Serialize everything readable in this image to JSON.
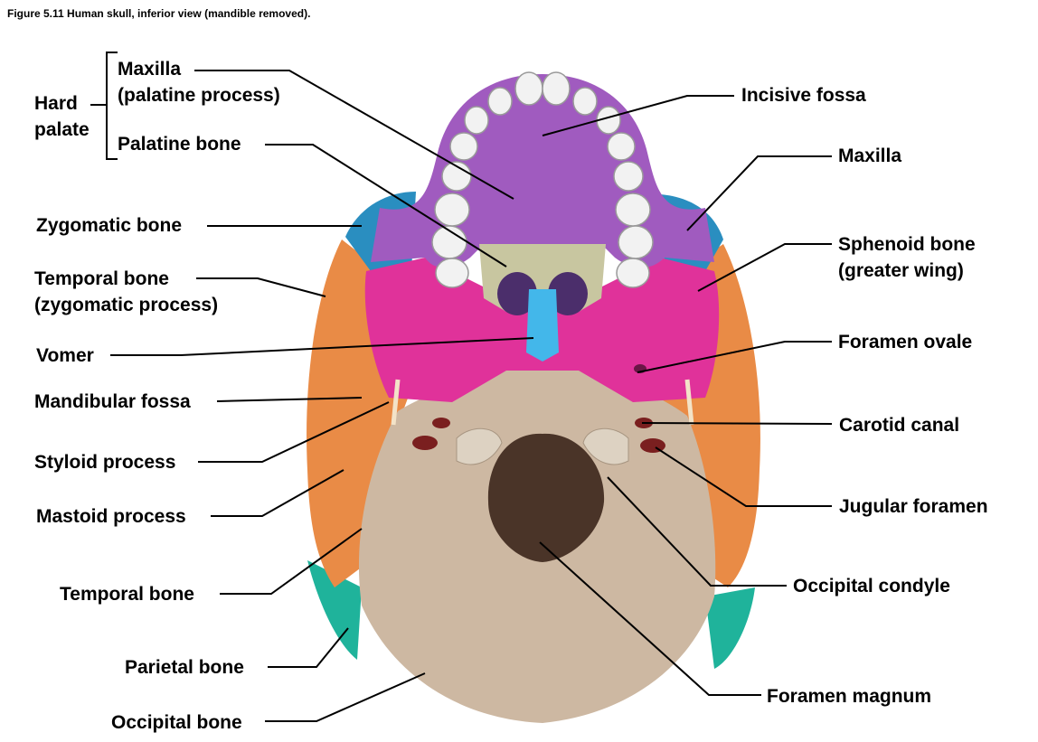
{
  "figure": {
    "title": "Figure 5.11 Human skull, inferior view (mandible removed)."
  },
  "labels": {
    "hard_palate": [
      "Hard",
      "palate"
    ],
    "maxilla_palatine_process": [
      "Maxilla",
      "(palatine process)"
    ],
    "palatine_bone": "Palatine bone",
    "zygomatic_bone": "Zygomatic bone",
    "temporal_bone_zygomatic_process": [
      "Temporal bone",
      "(zygomatic process)"
    ],
    "vomer": "Vomer",
    "mandibular_fossa": "Mandibular fossa",
    "styloid_process": "Styloid process",
    "mastoid_process": "Mastoid process",
    "temporal_bone": "Temporal bone",
    "parietal_bone": "Parietal bone",
    "occipital_bone": "Occipital bone",
    "incisive_fossa": "Incisive fossa",
    "maxilla": "Maxilla",
    "sphenoid_bone_greater_wing": [
      "Sphenoid bone",
      "(greater wing)"
    ],
    "foramen_ovale": "Foramen ovale",
    "carotid_canal": "Carotid canal",
    "jugular_foramen": "Jugular foramen",
    "occipital_condyle": "Occipital condyle",
    "foramen_magnum": "Foramen magnum"
  },
  "colors": {
    "maxilla": "#a05bbf",
    "palatine": "#c8c6a0",
    "sphenoid": "#e0329a",
    "temporal": "#e98b46",
    "zygomatic": "#2a8ec0",
    "occipital": "#cdb8a2",
    "parietal": "#1fb39b",
    "vomer": "#43b7ea",
    "teeth": "#f2f2f2",
    "foramen_magnum": "#4a3428"
  }
}
